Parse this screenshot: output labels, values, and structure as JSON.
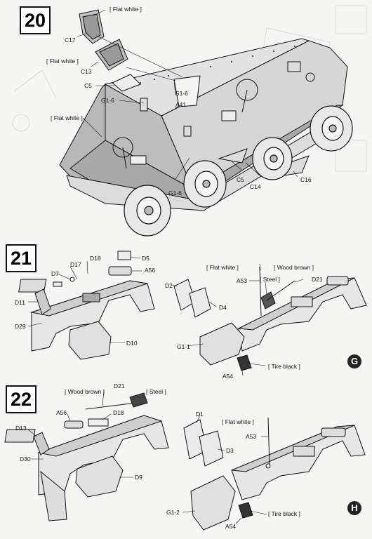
{
  "steps": [
    {
      "number": "20"
    },
    {
      "number": "21"
    },
    {
      "number": "22"
    }
  ],
  "paints": {
    "flat_white": "[ Flat white ]",
    "wood_brown": "[ Wood brown ]",
    "steel": "[ Steel ]",
    "tire_black": "[ Tire black ]"
  },
  "parts": {
    "c17": "C17",
    "c13": "C13",
    "c5": "C5",
    "g1_6": "G1-6",
    "a41": "A41",
    "c14": "C14",
    "c16": "C16",
    "d18": "D18",
    "d5": "D5",
    "d7": "D7",
    "d17": "D17",
    "a56": "A56",
    "d11": "D11",
    "d29": "D29",
    "d10": "D10",
    "d2": "D2",
    "d4": "D4",
    "a53": "A53",
    "d21": "D21",
    "g1_1": "G1-1",
    "a54": "A54",
    "d13": "D13",
    "d30": "D30",
    "d9": "D9",
    "d1": "D1",
    "d3": "D3",
    "g1_2": "G1-2"
  },
  "view_marks": {
    "g": "G",
    "h": "H"
  },
  "colors": {
    "ink": "#111111",
    "paper": "#f5f5f3",
    "hull_fill": "#c9c9c9",
    "tire_fill": "#e8e8e8"
  }
}
